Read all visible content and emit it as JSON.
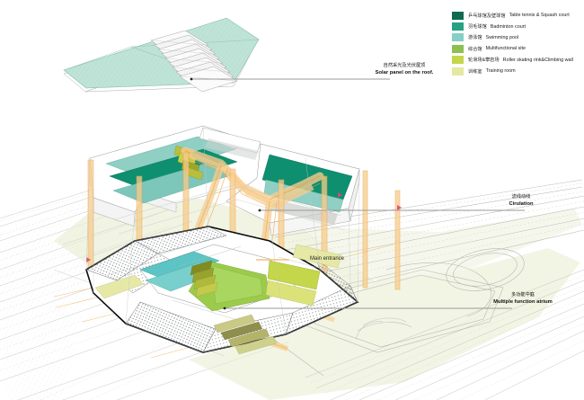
{
  "figure": {
    "type": "architectural-exploded-axonometric",
    "background": "#ffffff"
  },
  "legend": {
    "items": [
      {
        "cn": "乒乓球馆及壁球馆",
        "en": "Table tennis & Squash court",
        "color": "#0e6b52"
      },
      {
        "cn": "羽毛球馆",
        "en": "Badminton court",
        "color": "#25a184"
      },
      {
        "cn": "游泳馆",
        "en": "Swimming pool",
        "color": "#86cfc6"
      },
      {
        "cn": "综合馆",
        "en": "Multifunctional site",
        "color": "#8cc152"
      },
      {
        "cn": "轮滑场&攀岩场",
        "en": "Roller skating rink&Climbing wall",
        "color": "#c4d64a"
      },
      {
        "cn": "训练室",
        "en": "Training room",
        "color": "#e4e8a0"
      }
    ]
  },
  "callouts": [
    {
      "id": "solar",
      "cn": "自然采光及光伏屋顶",
      "en": "Solar panel on the roof."
    },
    {
      "id": "circulation",
      "cn": "流线动线",
      "en": "Cirulation"
    },
    {
      "id": "atrium",
      "cn": "多功能中庭",
      "en": "Multiple function atrium"
    }
  ],
  "annotations": {
    "main_entrance": "Main entrance"
  },
  "palette": {
    "roof_plane": "#bfe3d7",
    "ground_green": "#e9eed2",
    "site_line": "#b9bcb5",
    "circulation_orange": "#f5a841",
    "circulation_fill": "#f7cd8f",
    "pool_cyan": "#5cc4c4",
    "grass_green": "#9ccb4c",
    "olive": "#b6bf3c",
    "pale_yellow": "#e6e9a6",
    "facade_mesh": "#8a8f92",
    "edge_dark": "#101010",
    "white_slab": "#ffffff"
  }
}
